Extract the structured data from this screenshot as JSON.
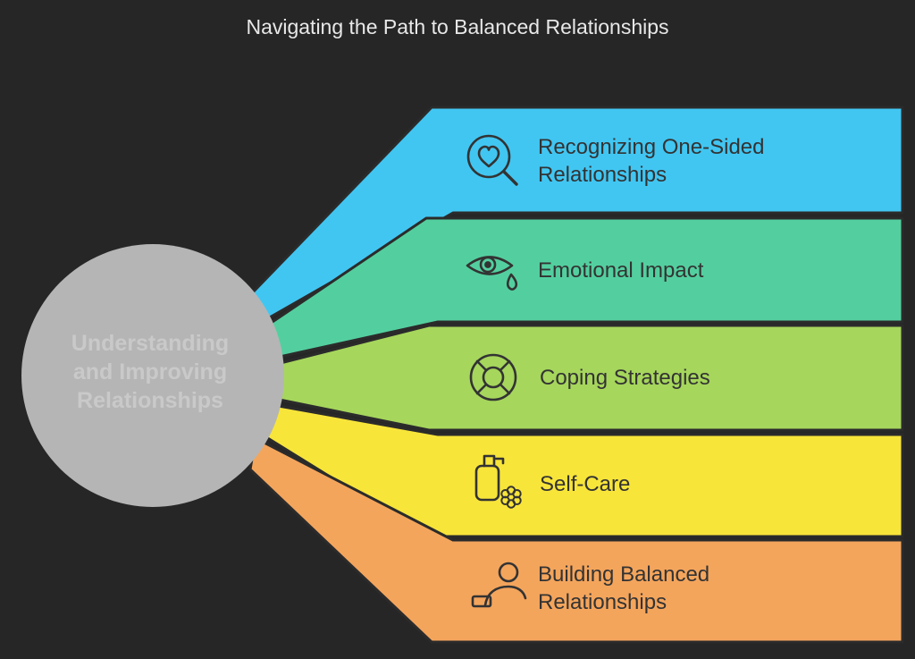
{
  "title": "Navigating the Path to Balanced Relationships",
  "center_circle": {
    "lines": [
      "Understanding",
      "and Improving",
      "Relationships"
    ]
  },
  "bands": [
    {
      "icon": "heart-search-icon",
      "color": "#41c6f2",
      "lines": [
        "Recognizing One-Sided",
        "Relationships"
      ]
    },
    {
      "icon": "crying-eye-icon",
      "color": "#53cf9f",
      "lines": [
        "Emotional Impact"
      ]
    },
    {
      "icon": "lifebuoy-icon",
      "color": "#a6d65c",
      "lines": [
        "Coping Strategies"
      ]
    },
    {
      "icon": "soap-bottle-icon",
      "color": "#f8e53a",
      "lines": [
        "Self-Care"
      ]
    },
    {
      "icon": "person-resting-icon",
      "color": "#f4a55c",
      "lines": [
        "Building Balanced",
        "Relationships"
      ]
    }
  ],
  "colors": {
    "background": "#262626",
    "outline": "#2b2b2b",
    "title_text": "#e8e8e8",
    "circle_fill": "#b5b5b5",
    "circle_text": "#c9c9c9",
    "band_text": "#333333",
    "icon_stroke": "#333333"
  }
}
